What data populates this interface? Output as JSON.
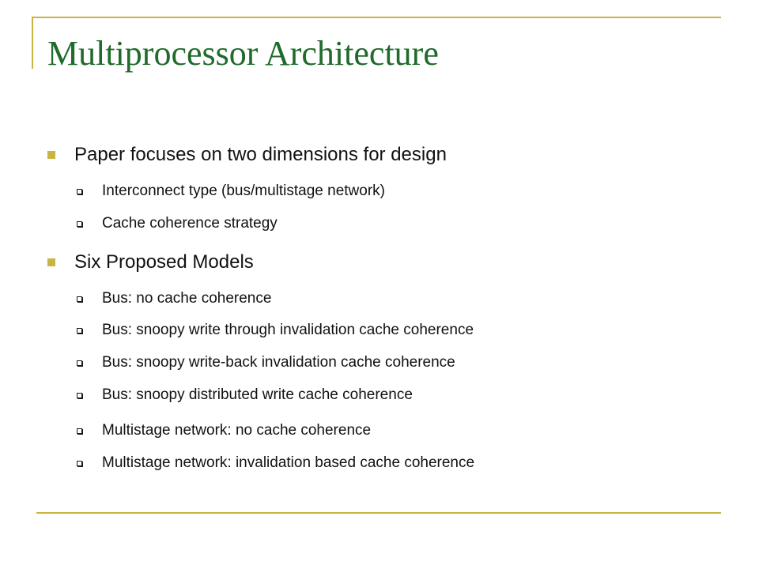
{
  "slide": {
    "title": "Multiprocessor Architecture",
    "colors": {
      "title": "#1f6b2b",
      "accent": "#c9b342",
      "text": "#111111"
    },
    "bullets": [
      {
        "text": "Paper focuses on two dimensions for design",
        "sub": [
          "Interconnect type (bus/multistage network)",
          "Cache coherence strategy"
        ]
      },
      {
        "text": "Six Proposed Models",
        "sub": [
          "Bus: no cache coherence",
          "Bus: snoopy write through invalidation cache coherence",
          "Bus: snoopy write-back invalidation cache coherence",
          "Bus: snoopy distributed write cache coherence",
          "Multistage network: no cache coherence",
          "Multistage network: invalidation based cache coherence"
        ]
      }
    ]
  }
}
